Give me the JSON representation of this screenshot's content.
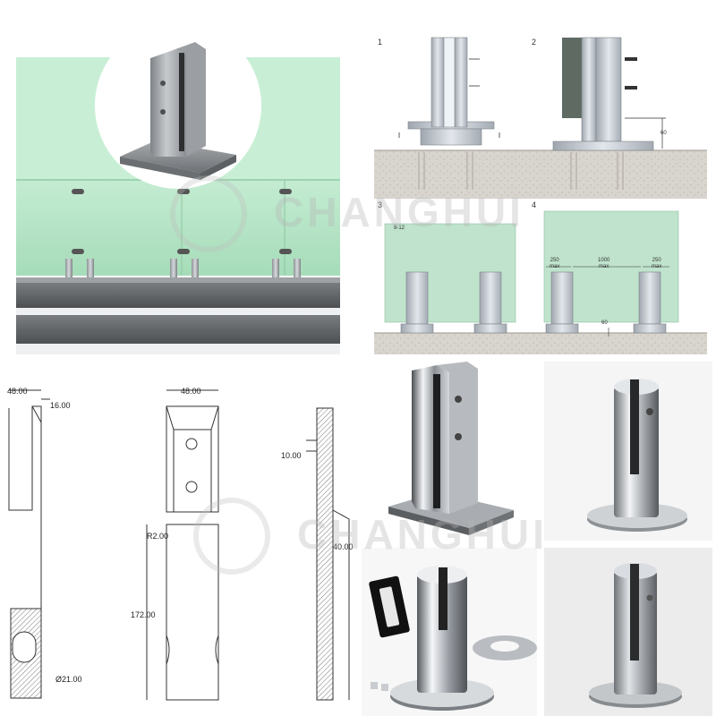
{
  "watermark": {
    "text": "CHANGHUI",
    "logo": "ch-logo"
  },
  "install_steps": {
    "step1": "1",
    "step2": "2",
    "step3": "3",
    "step4": "4",
    "dim_60_a": "60",
    "dim_8_12": "8-12",
    "dim_250_left": "250",
    "dim_250_left_sub": "max",
    "dim_1000": "1000",
    "dim_1000_sub": "max",
    "dim_250_right": "250",
    "dim_250_right_sub": "max",
    "dim_60_b": "60"
  },
  "technical_drawing": {
    "width_top_left": "48.00",
    "dim_16": "16.00",
    "width_top_front": "48.00",
    "radius": "R2.00",
    "height": "172.00",
    "diameter": "Ø21.00",
    "dim_10": "10.00",
    "dim_40": "40.00"
  },
  "colors": {
    "glass_green": "#b9e5c8",
    "glass_green_dark": "#8fcfa6",
    "rail_gray": "#5f6163",
    "steel": "#c9ccd0",
    "concrete": "#d6d2cc"
  }
}
